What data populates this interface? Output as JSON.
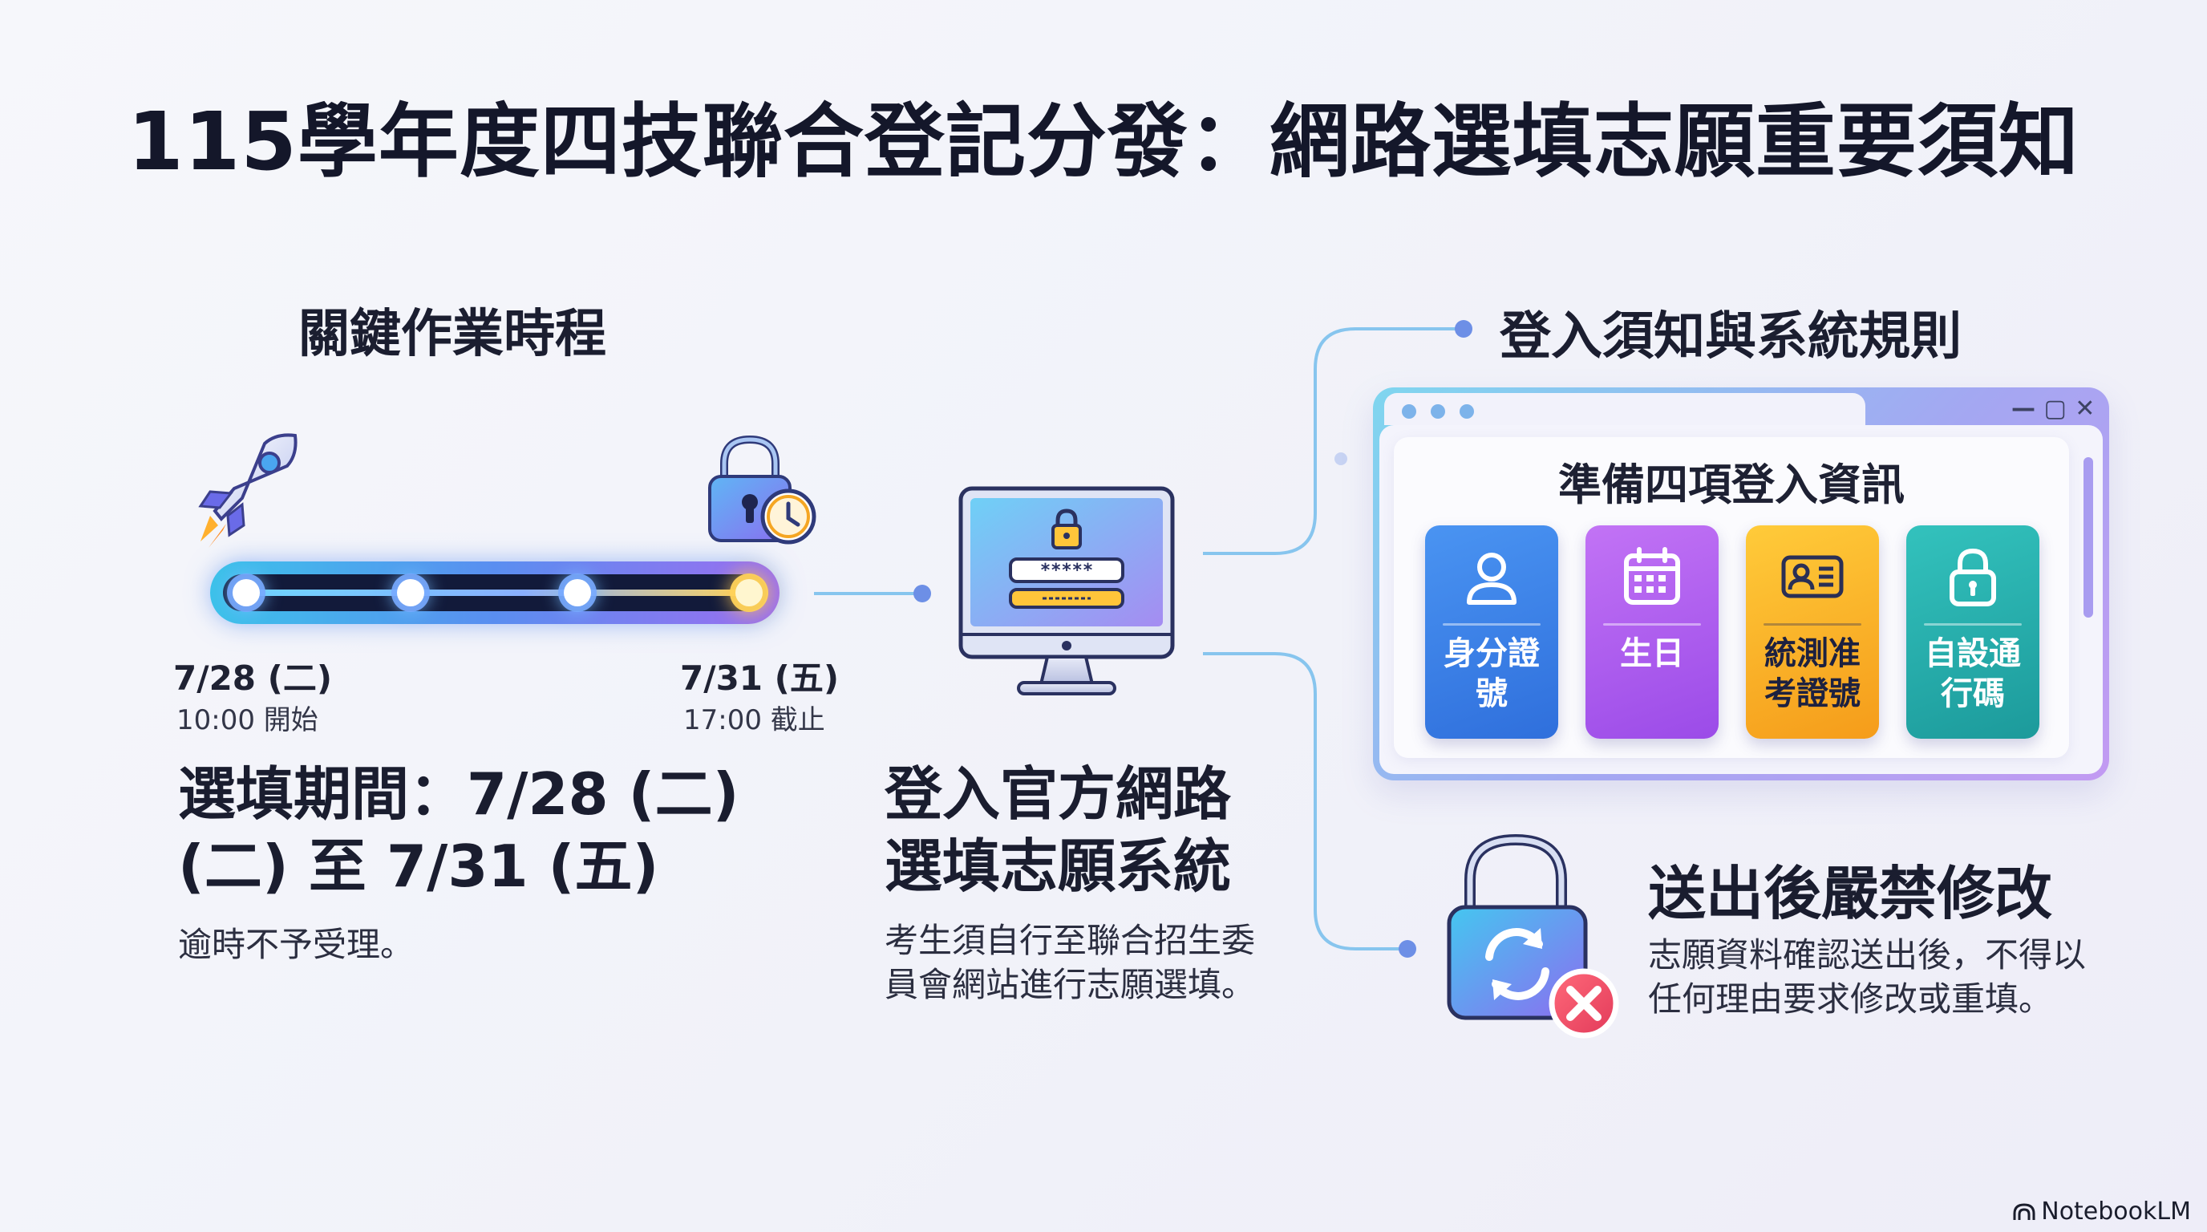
{
  "title": "115學年度四技聯合登記分發：網路選填志願重要須知",
  "timeline": {
    "heading": "關鍵作業時程",
    "start": {
      "date": "7/28 (二)",
      "time": "10:00 開始",
      "icon": "rocket-icon"
    },
    "end": {
      "date": "7/31 (五)",
      "time": "17:00 截止",
      "icon": "lock-clock-icon"
    },
    "period": "選填期間：7/28 (二) (二) 至 7/31 (五)",
    "note": "逾時不予受理。"
  },
  "system": {
    "heading": "登入官方網路選填志願系統",
    "description": "考生須自行至聯合招生委員會網站進行志願選填。",
    "password_mask": "*****",
    "icon": "computer-login-icon"
  },
  "login": {
    "heading": "登入須知與系統規則",
    "window_controls": "— ▢ ✕",
    "panel_title": "準備四項登入資訊",
    "items": [
      {
        "label": "身分證號",
        "icon": "user-icon",
        "color": "#3a80e8"
      },
      {
        "label": "生日",
        "icon": "calendar-icon",
        "color": "#b05ff0"
      },
      {
        "label": "統測准考證號",
        "icon": "id-card-icon",
        "color": "#f8b32a"
      },
      {
        "label": "自設通行碼",
        "icon": "padlock-icon",
        "color": "#26aeab"
      }
    ]
  },
  "rule": {
    "heading": "送出後嚴禁修改",
    "description": "志願資料確認送出後，不得以任何理由要求修改或重填。",
    "icon": "locked-refresh-icon"
  },
  "watermark": "NotebookLM"
}
